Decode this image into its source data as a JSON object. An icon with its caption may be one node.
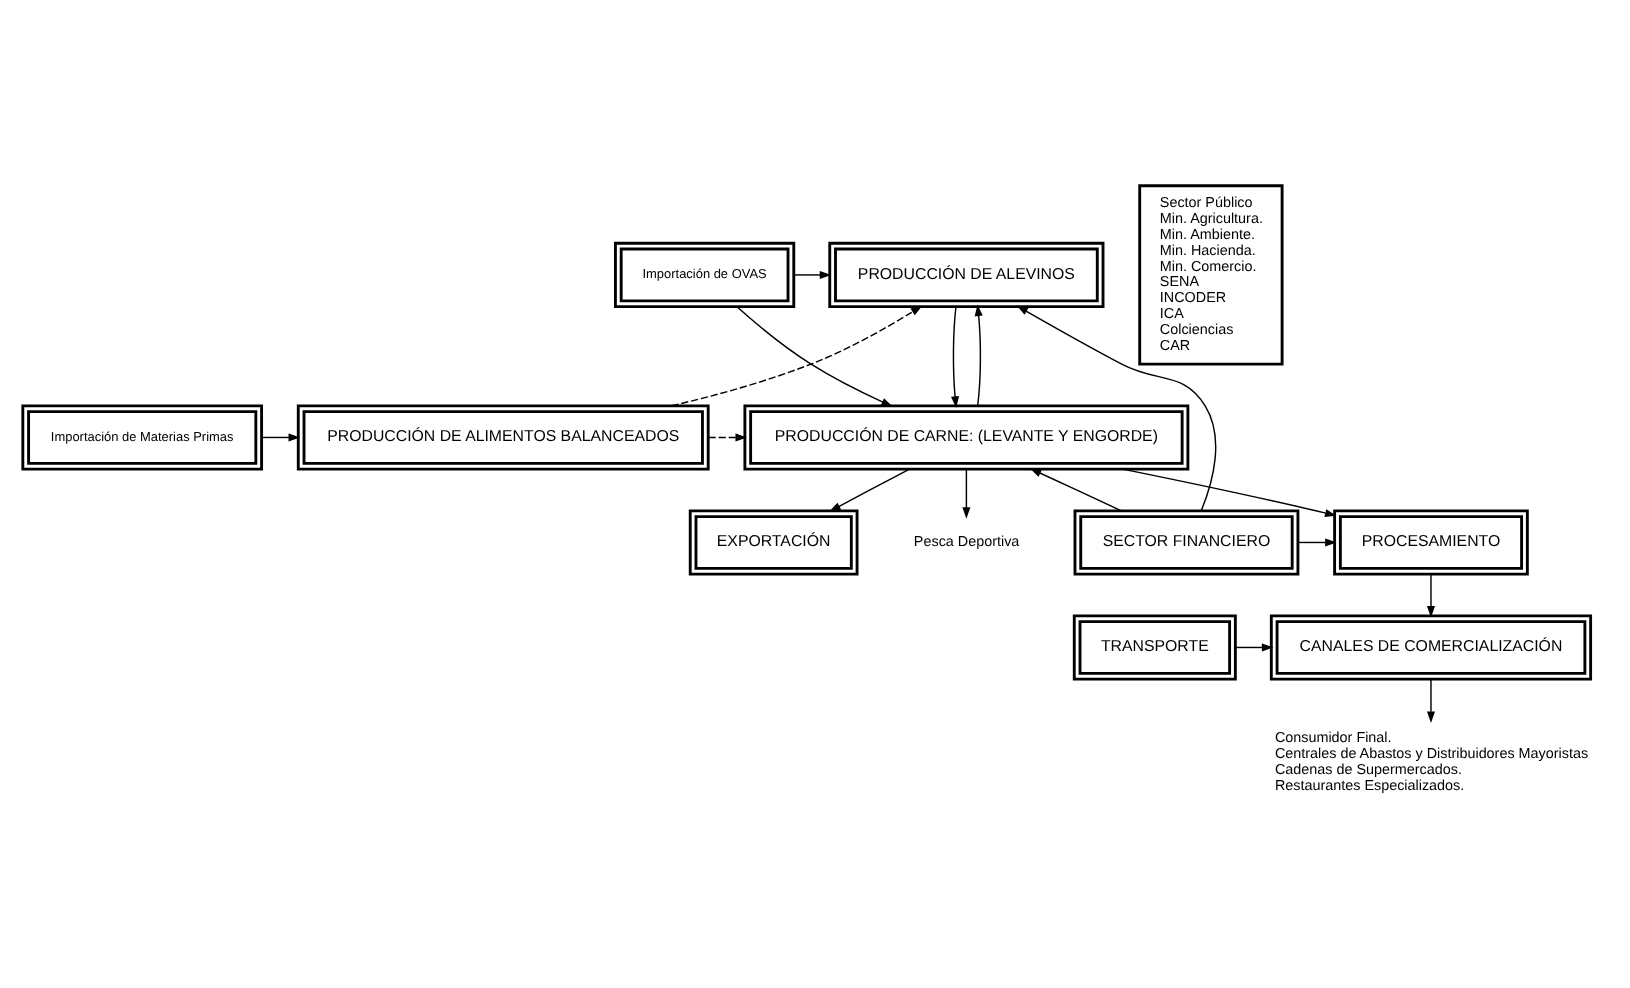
{
  "diagram": {
    "nodes": [
      {
        "text": [
          "PRODUCCIÓN DE ALEVINOS"
        ]
      },
      {
        "text": [
          "PRODUCCIÓN DE CARNE: (LEVANTE Y ENGORDE)"
        ]
      },
      {
        "text": [
          "PROCESAMIENTO"
        ]
      },
      {
        "text": [
          "CANALES DE COMERCIALIZACIÓN"
        ]
      },
      {
        "text": [
          "Importación de OVAS"
        ]
      },
      {
        "text": [
          "PRODUCCIÓN DE ALIMENTOS BALANCEADOS"
        ]
      },
      {
        "text": [
          "Importación de Materias Primas"
        ]
      },
      {
        "text": [
          "SECTOR FINANCIERO"
        ]
      },
      {
        "text": [
          "TRANSPORTE"
        ]
      },
      {
        "text": [
          "Sector Público",
          "Min. Agricultura.",
          "Min. Ambiente.",
          "Min. Hacienda.",
          "Min. Comercio.",
          "SENA",
          "INCODER",
          "ICA",
          "Colciencias",
          "CAR"
        ]
      },
      {
        "text": [
          "EXPORTACIÓN"
        ]
      },
      {
        "text": [
          "Pesca Deportiva"
        ]
      },
      {
        "text": [
          "Consumidor Final.",
          "Centrales de Abastos y Distribuidores Mayoristas",
          "Cadenas de Supermercados.",
          "Restaurantes Especializados."
        ]
      }
    ],
    "edges": [
      {
        "from": 0,
        "to": 1,
        "arrow": "to"
      },
      {
        "from": 1,
        "to": 2,
        "arrow": "to"
      },
      {
        "from": 2,
        "to": 3,
        "arrow": "to"
      },
      {
        "from": 4,
        "to": 0,
        "arrow": "to"
      },
      {
        "from": 4,
        "to": 1,
        "arrow": "to"
      },
      {
        "from": 5,
        "to": 0,
        "arrow": "to",
        "style": "dashed"
      },
      {
        "from": 5,
        "to": 1,
        "arrow": "to",
        "style": "dashed"
      },
      {
        "from": 6,
        "to": 5,
        "arrow": "to"
      },
      {
        "from": 7,
        "to": 0,
        "arrow": "to"
      },
      {
        "from": 7,
        "to": 1,
        "arrow": "to"
      },
      {
        "from": 7,
        "to": 2,
        "arrow": "to"
      },
      {
        "from": 8,
        "to": 3,
        "arrow": "to"
      },
      {
        "from": 1,
        "to": 0,
        "arrow": "to"
      },
      {
        "from": 1,
        "to": 10,
        "arrow": "to"
      },
      {
        "from": 1,
        "to": 11,
        "arrow": "to"
      },
      {
        "from": 3,
        "to": 12,
        "arrow": "to"
      }
    ]
  }
}
